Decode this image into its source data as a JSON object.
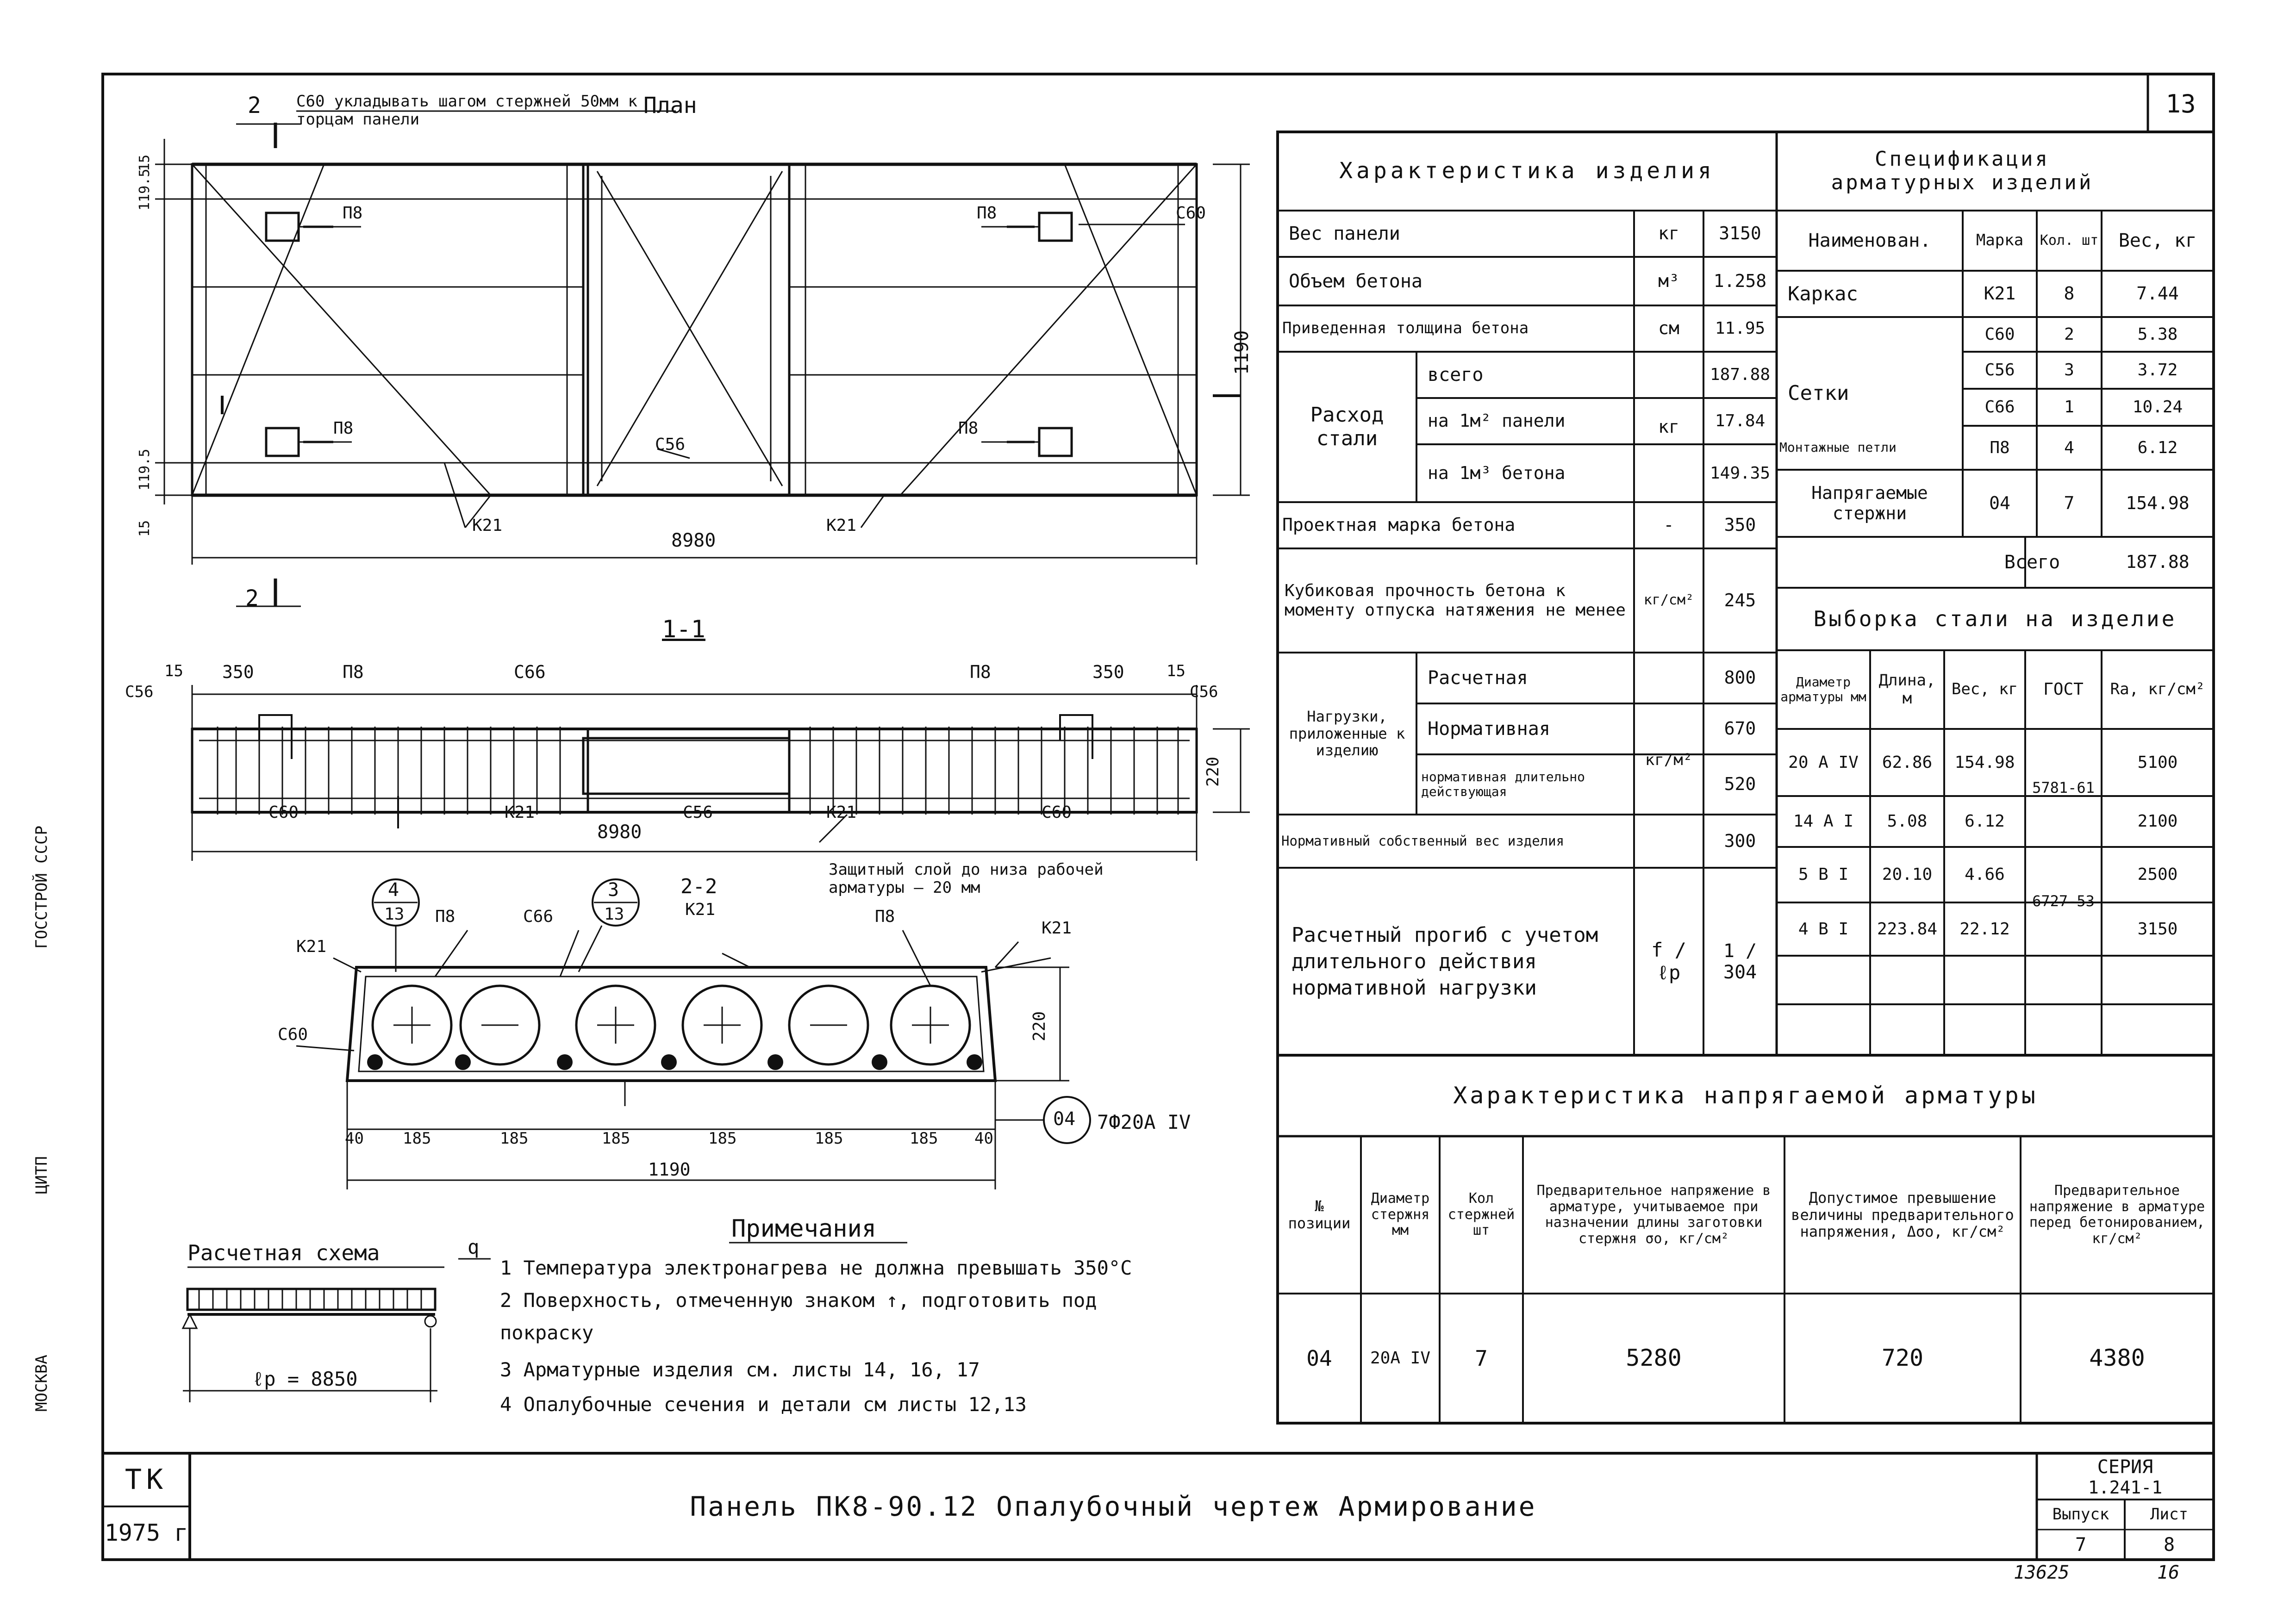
{
  "sheet": {
    "number": "13",
    "frame_label": "ТК",
    "year": "1975 г",
    "title": "Панель ПК8-90.12 Опалубочный чертеж Армирование",
    "series_label": "СЕРИЯ",
    "series": "1.241-1",
    "issue_label": "Выпуск",
    "issue": "7",
    "sheet_label": "Лист",
    "sheet_no": "8",
    "bottom_codes": [
      "13625",
      "16"
    ],
    "left_margin_text": [
      "МОСКВА",
      "ЦИТП",
      "ГОССТРОЙ СССР"
    ]
  },
  "plan": {
    "title": "План",
    "note": "С60 укладывать шагом стержней 50мм к торцам панели",
    "section_mark": "2",
    "length": "8980",
    "width": "1190",
    "dims_left": [
      "15",
      "119.5",
      "119.5",
      "15"
    ],
    "labels": [
      "П8",
      "П8",
      "П8",
      "П8",
      "С60",
      "С56",
      "К21",
      "К21"
    ]
  },
  "section_1_1": {
    "title": "1-1",
    "length": "8980",
    "height": "220",
    "dims_top": [
      "15",
      "350",
      "350",
      "15"
    ],
    "labels": [
      "С56",
      "П8",
      "С66",
      "П8",
      "С56",
      "С60",
      "К21",
      "С56",
      "К21",
      "С60"
    ],
    "cover_note": "Защитный слой до низа рабочей арматуры — 20 мм"
  },
  "section_2_2": {
    "title": "2-2",
    "sub": "К21",
    "bubble_4": [
      "4",
      "13"
    ],
    "bubble_3": [
      "3",
      "13"
    ],
    "labels": [
      "К21",
      "П8",
      "С66",
      "П8",
      "К21",
      "С60"
    ],
    "dims_bottom": [
      "40",
      "185",
      "185",
      "185",
      "185",
      "185",
      "185",
      "40"
    ],
    "width": "1190",
    "height": "220",
    "rebar_bubble": "04",
    "rebar_callout": "7Ф20А IV"
  },
  "scheme": {
    "title": "Расчетная схема",
    "q": "q",
    "lp": "ℓр = 8850"
  },
  "notes": {
    "title": "Примечания",
    "items": [
      "1 Температура электронагрева не должна превышать 350°С",
      "2 Поверхность, отмеченную знаком ↑, подготовить под",
      "   покраску",
      "3 Арматурные изделия см. листы 14, 16, 17",
      "4 Опалубочные сечения и детали см листы 12,13"
    ]
  },
  "product": {
    "header": "Характеристика изделия",
    "rows": [
      {
        "name": "Вес панели",
        "unit": "кг",
        "value": "3150"
      },
      {
        "name": "Объем бетона",
        "unit": "м³",
        "value": "1.258"
      },
      {
        "name": "Приведенная толщина бетона",
        "unit": "см",
        "value": "11.95"
      }
    ],
    "steel_label": "Расход стали",
    "steel_unit": "кг",
    "steel_rows": [
      {
        "name": "всего",
        "value": "187.88"
      },
      {
        "name": "на 1м² панели",
        "value": "17.84"
      },
      {
        "name": "на 1м³ бетона",
        "value": "149.35"
      }
    ],
    "grade": {
      "name": "Проектная марка бетона",
      "unit": "-",
      "value": "350"
    },
    "cube": {
      "name": "Кубиковая прочность бетона к моменту отпуска натяжения не менее",
      "unit": "кг/см²",
      "value": "245"
    },
    "loads_label": "Нагрузки, приложенные к изделию",
    "loads_unit": "кг/м²",
    "loads": [
      {
        "name": "Расчетная",
        "value": "800"
      },
      {
        "name": "Нормативная",
        "value": "670"
      },
      {
        "name": "нормативная длительно действующая",
        "value": "520"
      }
    ],
    "own_weight": {
      "name": "Нормативный собственный вес изделия",
      "value": "300"
    },
    "deflection": {
      "name": "Расчетный прогиб с учетом длительного действия нормативной нагрузки",
      "unit": "f / ℓр",
      "value": "1 / 304"
    }
  },
  "spec": {
    "header": "Спецификация арматурных изделий",
    "columns": [
      "Наименован.",
      "Марка",
      "Кол. шт",
      "Вес, кг"
    ],
    "rows": [
      {
        "name": "Каркас",
        "mark": "К21",
        "qty": "8",
        "weight": "7.44"
      },
      {
        "name": "Сетки",
        "mark": "С60",
        "qty": "2",
        "weight": "5.38"
      },
      {
        "name": "",
        "mark": "С56",
        "qty": "3",
        "weight": "3.72"
      },
      {
        "name": "",
        "mark": "С66",
        "qty": "1",
        "weight": "10.24"
      },
      {
        "name": "Монтажные петли",
        "mark": "П8",
        "qty": "4",
        "weight": "6.12"
      },
      {
        "name": "Напрягаемые стержни",
        "mark": "04",
        "qty": "7",
        "weight": "154.98"
      }
    ],
    "total_label": "Всего",
    "total": "187.88"
  },
  "steel": {
    "header": "Выборка стали на изделие",
    "columns": [
      "Диаметр арматуры мм",
      "Длина, м",
      "Вес, кг",
      "ГОСТ",
      "Ra, кг/см²"
    ],
    "rows": [
      {
        "d": "20 А IV",
        "len": "62.86",
        "w": "154.98",
        "ra": "5100"
      },
      {
        "d": "14 А I",
        "len": "5.08",
        "w": "6.12",
        "ra": "2100"
      },
      {
        "d": "5 В I",
        "len": "20.10",
        "w": "4.66",
        "ra": "2500"
      },
      {
        "d": "4 В I",
        "len": "223.84",
        "w": "22.12",
        "ra": "3150"
      }
    ],
    "gost": [
      "5781-61",
      "6727-53"
    ]
  },
  "prestress": {
    "header": "Характеристика напрягаемой арматуры",
    "columns": [
      "№ позиции",
      "Диаметр стержня мм",
      "Кол стержней шт",
      "Предварительное напряжение в арматуре, учитываемое при назначении длины заготовки стержня σо, кг/см²",
      "Допустимое превышение величины предварительного напряжения, Δσо, кг/см²",
      "Предварительное напряжение в арматуре перед бетонированием, кг/см²"
    ],
    "row": {
      "pos": "04",
      "d": "20А IV",
      "qty": "7",
      "s0": "5280",
      "ds0": "720",
      "s1": "4380"
    }
  }
}
